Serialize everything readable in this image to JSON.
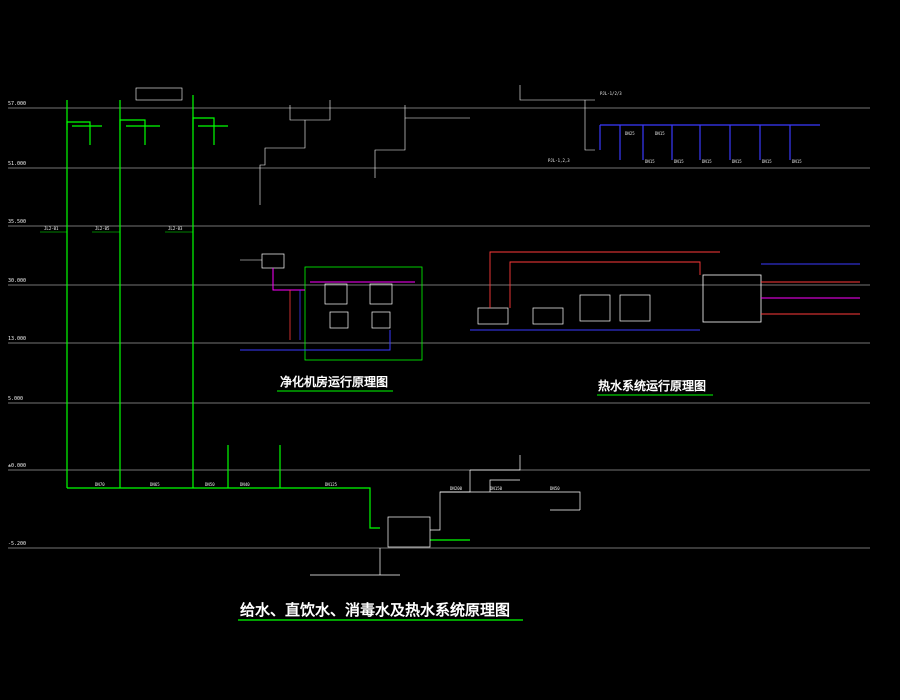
{
  "titles": {
    "main": "给水、直饮水、消毒水及热水系统原理图",
    "purify": "净化机房运行原理图",
    "hotwater": "热水系统运行原理图"
  },
  "levels": [
    "57.000",
    "51.000",
    "35.500",
    "30.000",
    "13.000",
    "5.000",
    "±0.000",
    "-5.200"
  ],
  "risers": [
    "JL2-01",
    "JL2-05",
    "JL2-03"
  ],
  "pipe_labels": {
    "top_right": "PJL-1/2/3",
    "mid_right": "PJL-1,2,3",
    "bottom": [
      "DN70",
      "DN65",
      "DN50",
      "DN40",
      "DN125",
      "DN200",
      "DN150",
      "DN50"
    ],
    "branch": [
      "DN25",
      "DN15",
      "DN15",
      "DN15",
      "DN15",
      "DN15",
      "DN15",
      "DN15"
    ]
  },
  "colors": {
    "background": "#000000",
    "level_line": "#ffffff",
    "green_pipe": "#00ff00",
    "blue_pipe": "#3a3aff",
    "red_pipe": "#ff3a3a",
    "magenta_pipe": "#ff00ff",
    "title_underline": "#00ff00"
  }
}
